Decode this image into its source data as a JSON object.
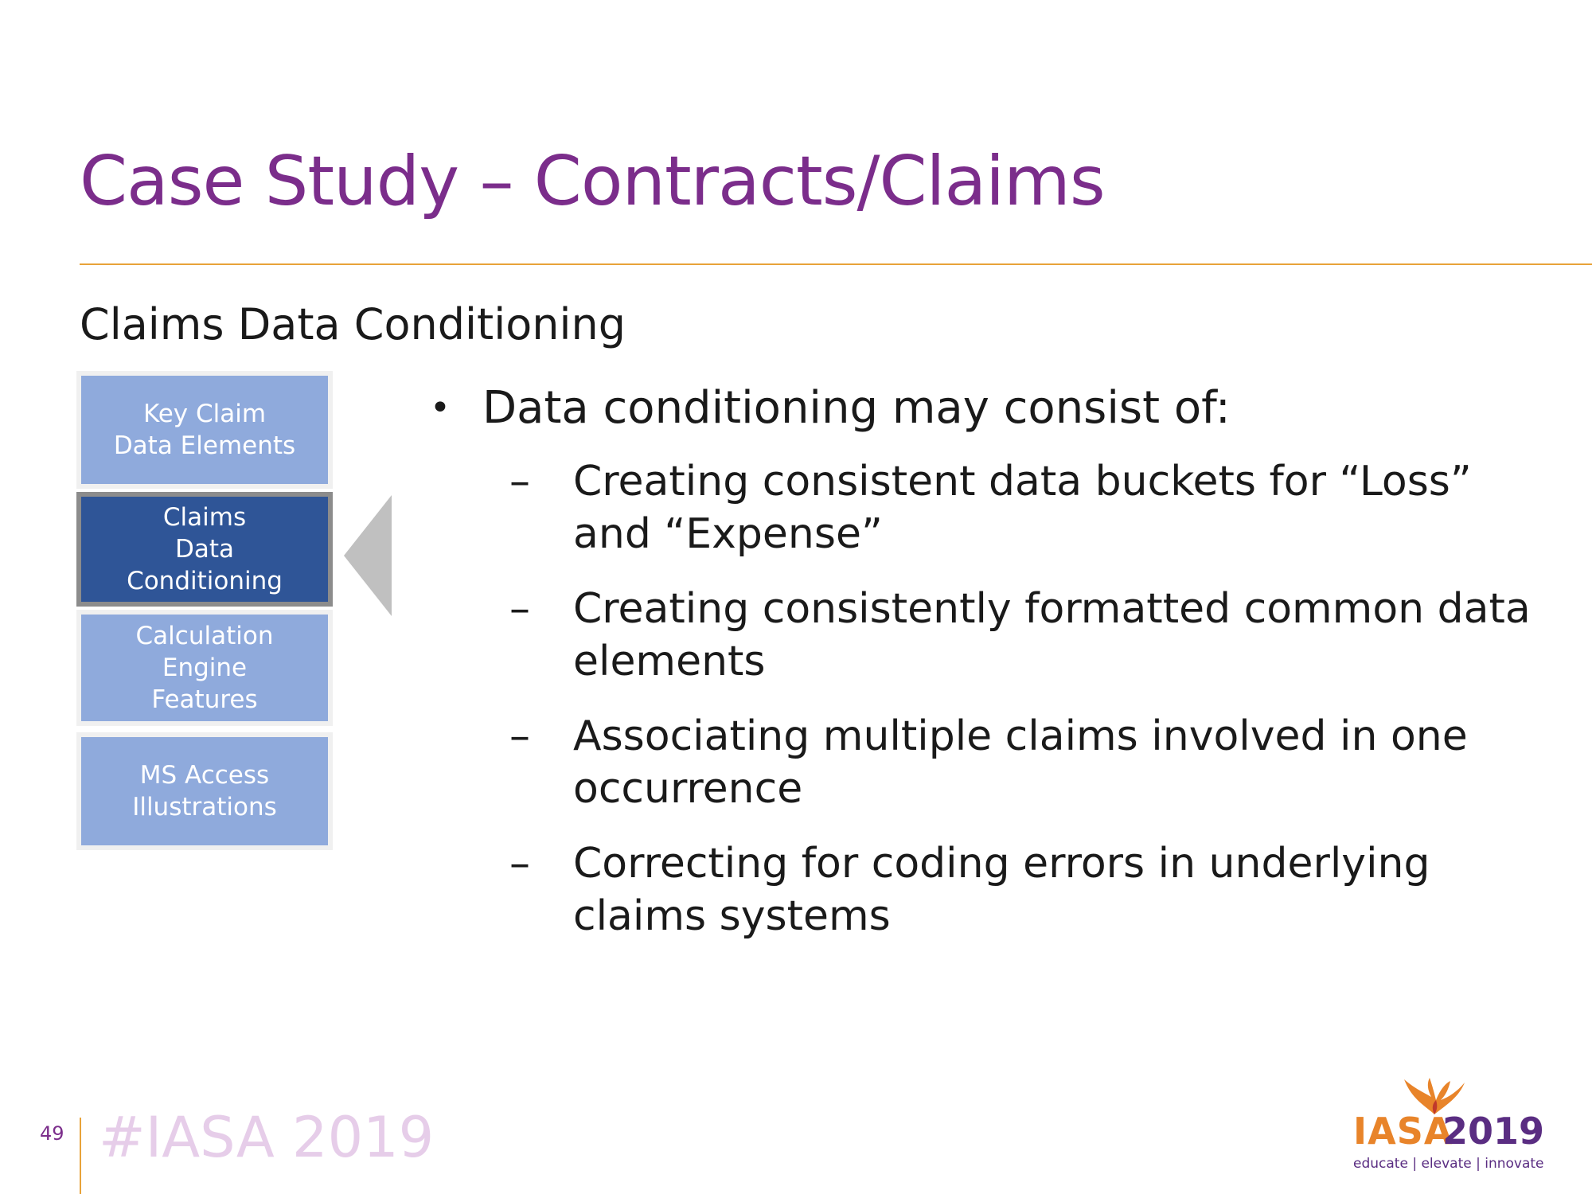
{
  "slide": {
    "title": "Case Study – Contracts/Claims",
    "subtitle": "Claims Data Conditioning"
  },
  "nav": {
    "items": [
      {
        "label": "Key Claim\nData Elements",
        "active": false
      },
      {
        "label": "Claims\nData\nConditioning",
        "active": true
      },
      {
        "label": "Calculation\nEngine\nFeatures",
        "active": false
      },
      {
        "label": "MS Access\nIllustrations",
        "active": false
      }
    ]
  },
  "content": {
    "bullet": "Data conditioning may consist of:",
    "sub_items": [
      "Creating consistent data buckets for “Loss” and “Expense”",
      "Creating consistently formatted common data elements",
      "Associating multiple claims involved in one occurrence",
      "Correcting for coding errors in underlying claims systems"
    ],
    "bullet_symbol": "•",
    "dash_symbol": "–"
  },
  "footer": {
    "page_number": "49",
    "hashtag": "#IASA 2019",
    "logo_name": "IASA",
    "logo_year": "2019",
    "logo_tagline": "educate | elevate | innovate"
  },
  "colors": {
    "title": "#7b2d8b",
    "rule": "#e8a33a",
    "nav_inactive": "#8faadc",
    "nav_active": "#2f5597",
    "pointer": "#c0c0c0"
  },
  "icons": {
    "pointer": "triangle-left-icon",
    "logo_mark": "phoenix-icon"
  }
}
